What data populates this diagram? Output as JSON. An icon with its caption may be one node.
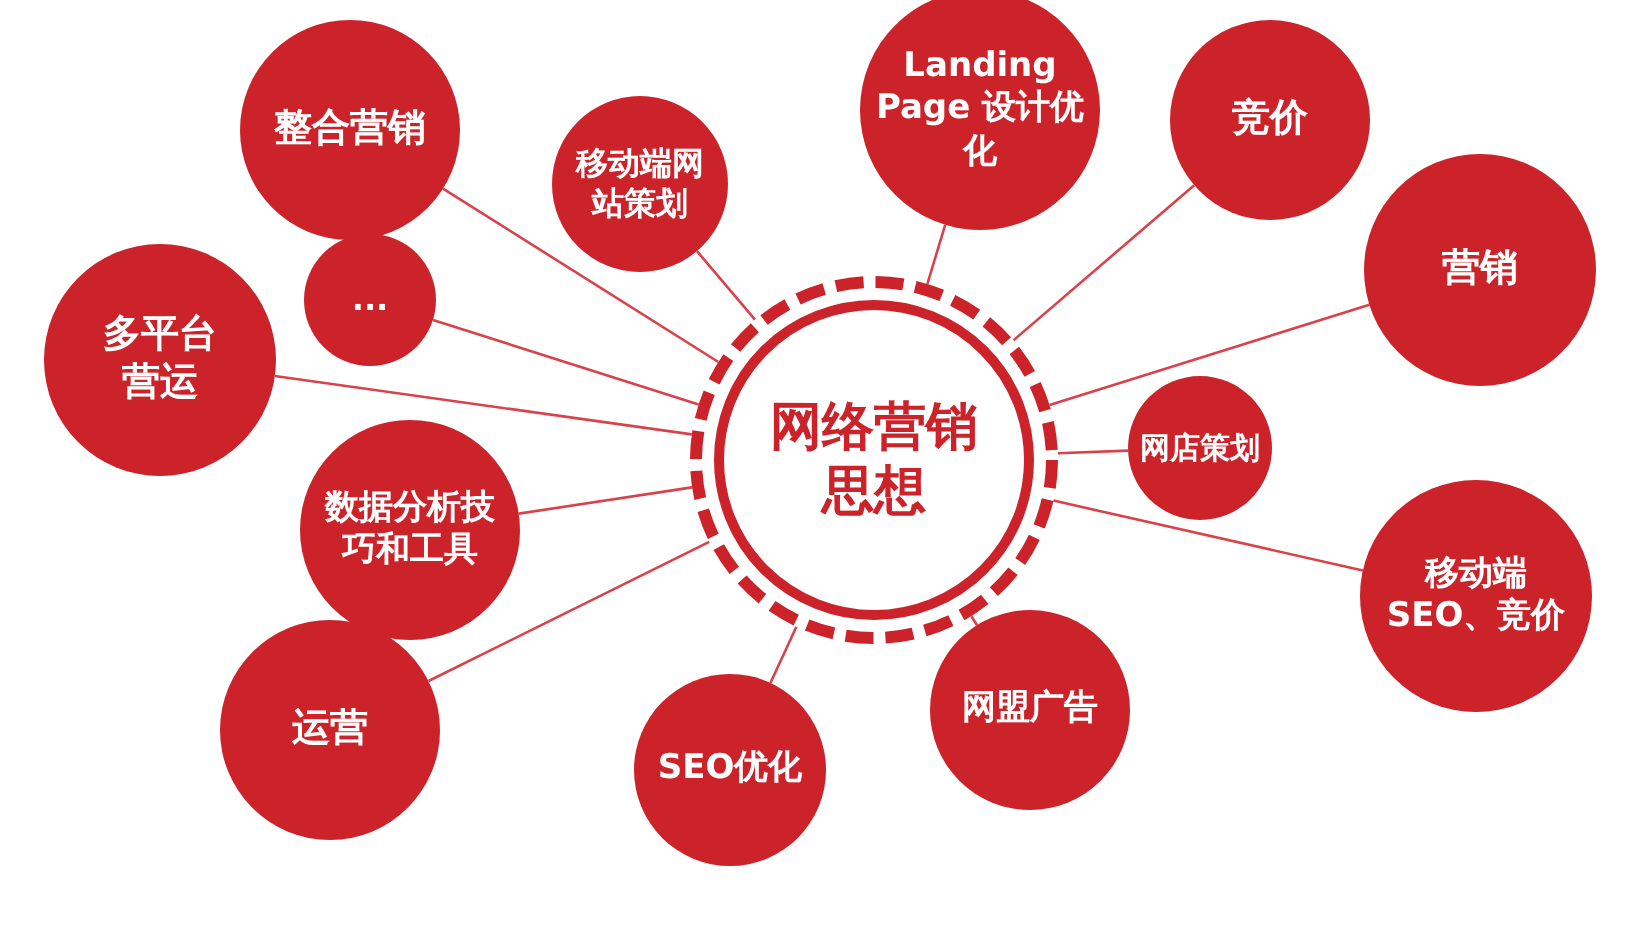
{
  "diagram": {
    "nodes": [
      {
        "text": [
          "网络营销思想"
        ]
      },
      {
        "text": [
          "整合营销"
        ]
      },
      {
        "text": [
          "移动端网站策划"
        ]
      },
      {
        "text": [
          "..."
        ]
      },
      {
        "text": [
          "多平台营运"
        ]
      },
      {
        "text": [
          "数据分析技巧和工具"
        ]
      },
      {
        "text": [
          "运营"
        ]
      },
      {
        "text": [
          "SEO优化"
        ]
      },
      {
        "text": [
          "网盟广告"
        ]
      },
      {
        "text": [
          "移动端 SEO、竞价"
        ]
      },
      {
        "text": [
          "网店策划"
        ]
      },
      {
        "text": [
          "营销"
        ]
      },
      {
        "text": [
          "竞价"
        ]
      },
      {
        "text": [
          "Landing Page 设计优化"
        ]
      }
    ],
    "edges": [
      {
        "from": 1,
        "to": 0,
        "arrow": "none"
      },
      {
        "from": 2,
        "to": 0,
        "arrow": "none"
      },
      {
        "from": 3,
        "to": 0,
        "arrow": "none"
      },
      {
        "from": 4,
        "to": 0,
        "arrow": "none"
      },
      {
        "from": 5,
        "to": 0,
        "arrow": "none"
      },
      {
        "from": 6,
        "to": 0,
        "arrow": "none"
      },
      {
        "from": 7,
        "to": 0,
        "arrow": "none"
      },
      {
        "from": 8,
        "to": 0,
        "arrow": "none"
      },
      {
        "from": 9,
        "to": 0,
        "arrow": "none"
      },
      {
        "from": 10,
        "to": 0,
        "arrow": "none"
      },
      {
        "from": 11,
        "to": 0,
        "arrow": "none"
      },
      {
        "from": 12,
        "to": 0,
        "arrow": "none"
      },
      {
        "from": 13,
        "to": 0,
        "arrow": "none"
      }
    ]
  }
}
